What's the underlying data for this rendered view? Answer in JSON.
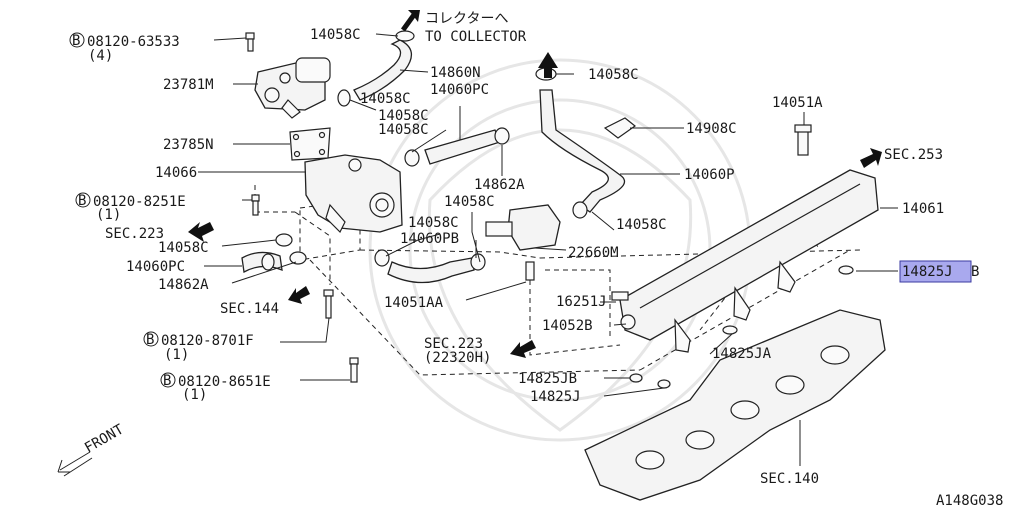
{
  "parts": {
    "p1": "08120-63533",
    "p1q": "(4)",
    "p2": "23781M",
    "p3": "23785N",
    "p4": "14066",
    "p5": "08120-8251E",
    "p5q": "(1)",
    "p6": "SEC.223",
    "p7": "14058C",
    "p8": "14060PC",
    "p9": "14862A",
    "p10": "SEC.144",
    "p11": "08120-8701F",
    "p11q": "(1)",
    "p12": "08120-8651E",
    "p12q": "(1)",
    "p13": "14058C",
    "p14": "コレクターへ",
    "p15": "TO COLLECTOR",
    "p16": "14860N",
    "p17": "14058C",
    "p18": "14060PC",
    "p19": "14058C",
    "p20": "14058C",
    "p21": "14862A",
    "p22": "14058C",
    "p23": "14058C",
    "p24": "14060PB",
    "p25": "22660M",
    "p26": "14051AA",
    "p27": "16251J",
    "p28": "14052B",
    "p29": "SEC.223",
    "p30": "(22320H)",
    "p31": "14825JB",
    "p32": "14825J",
    "p33": "14058C",
    "p34": "14908C",
    "p35": "14060P",
    "p36": "14058C",
    "p37": "14051A",
    "p38": "SEC.253",
    "p39": "14061",
    "p40": "14825J",
    "p40s": "B",
    "p41": "14825JA",
    "p42": "SEC.140",
    "p43": "FRONT",
    "p44": "A148G038",
    "bolt_symbol": "B"
  },
  "colors": {
    "highlight": "#a9a9ee",
    "line": "#222222"
  }
}
